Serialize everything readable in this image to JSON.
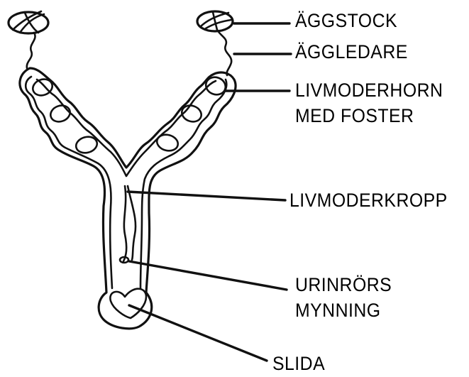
{
  "labels": {
    "ovary": "ÄGGSTOCK",
    "oviduct": "ÄGGLEDARE",
    "uterine_horn_line1": "LIVMODERHORN",
    "uterine_horn_line2": "MED FOSTER",
    "uterine_body": "LIVMODERKROPP",
    "urethral_opening_line1": "URINRÖRS",
    "urethral_opening_line2": "MYNNING",
    "vagina": "SLIDA"
  },
  "colors": {
    "ink": "#111111",
    "background": "#ffffff",
    "fetus_fill": "#4a4a4a"
  },
  "icons": {
    "fetus": "hatched-oval-icon",
    "ovary": "crossed-oval-icon"
  }
}
